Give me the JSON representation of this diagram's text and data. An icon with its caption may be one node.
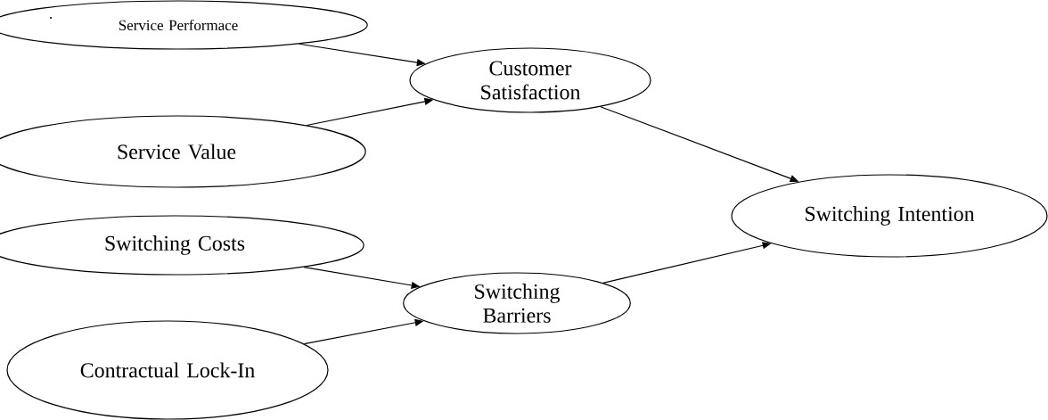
{
  "diagram": {
    "nodes": [
      {
        "text": [
          "Service Performace"
        ]
      },
      {
        "text": [
          "Service Value"
        ]
      },
      {
        "text": [
          "Customer Satisfaction"
        ]
      },
      {
        "text": [
          "Switching Intention"
        ]
      },
      {
        "text": [
          "Switching Costs"
        ]
      },
      {
        "text": [
          "Switching Barriers"
        ]
      },
      {
        "text": [
          "Contractual Lock-In"
        ]
      }
    ],
    "edges": [
      {
        "from": 0,
        "to": 2,
        "arrow": "to"
      },
      {
        "from": 1,
        "to": 2,
        "arrow": "to"
      },
      {
        "from": 2,
        "to": 3,
        "arrow": "to"
      },
      {
        "from": 4,
        "to": 5,
        "arrow": "to"
      },
      {
        "from": 6,
        "to": 5,
        "arrow": "to"
      },
      {
        "from": 5,
        "to": 3,
        "arrow": "to"
      }
    ],
    "labels": [
      "."
    ]
  }
}
